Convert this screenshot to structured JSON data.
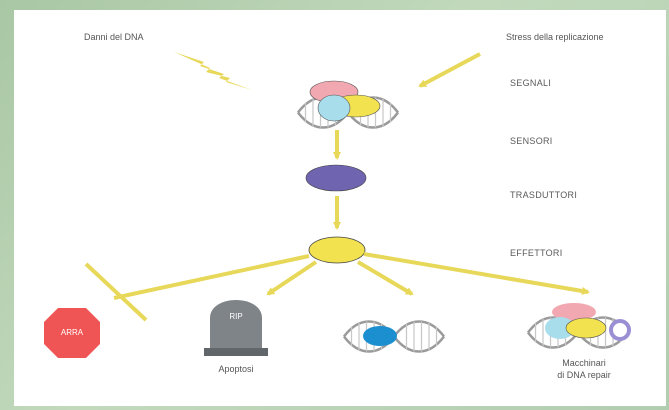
{
  "labels": {
    "dna_damage": "Danni del DNA",
    "replication_stress": "Stress della replicazione",
    "apoptosis": "Apoptosi",
    "macchinari": "Macchinari",
    "dna_repair": "di DNA repair"
  },
  "stages": {
    "signals": "SEGNALI",
    "sensors": "SENSORI",
    "transducers": "TRASDUTTORI",
    "effectors": "EFFETTORI"
  },
  "marks": {
    "stop_sign": "ARRA",
    "tombstone": "RIP"
  },
  "colors": {
    "arrow": "#e8d85a",
    "effector": "#f2e24f",
    "transducer": "#6f64b0",
    "sensor_pink": "#f2a8b0",
    "sensor_yellow": "#f2e24f",
    "sensor_cyan": "#a8ddec",
    "stop_sign": "#f05555",
    "tombstone": "#7f8489",
    "repair_blue": "#1b8fd0",
    "repair_purple": "#9b8fd4"
  },
  "icons": [
    "lightning-bolt-icon",
    "dna-helix-icon",
    "stop-sign-icon",
    "tombstone-icon"
  ]
}
